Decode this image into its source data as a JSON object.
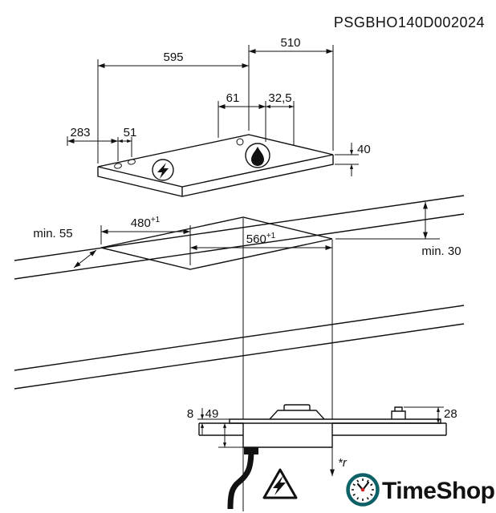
{
  "product_code": "PSGBHO140D002024",
  "top_view": {
    "width": "595",
    "depth": "510",
    "burner_x": "61",
    "burner_y": "32,5",
    "left_a": "283",
    "left_b": "51",
    "height": "40"
  },
  "cutout": {
    "min_left": "min. 55",
    "depth": "480",
    "depth_tol": "+1",
    "width": "560",
    "width_tol": "+1",
    "min_right": "min. 30"
  },
  "section": {
    "glass": "8",
    "depth_below": "49",
    "height_above": "28",
    "bend_radius": "*r"
  },
  "logo": {
    "name": "TimeShop"
  },
  "colors": {
    "line": "#111111",
    "logo_text": "#263271",
    "clock": "#0d6167",
    "accent_red": "#d02020"
  }
}
